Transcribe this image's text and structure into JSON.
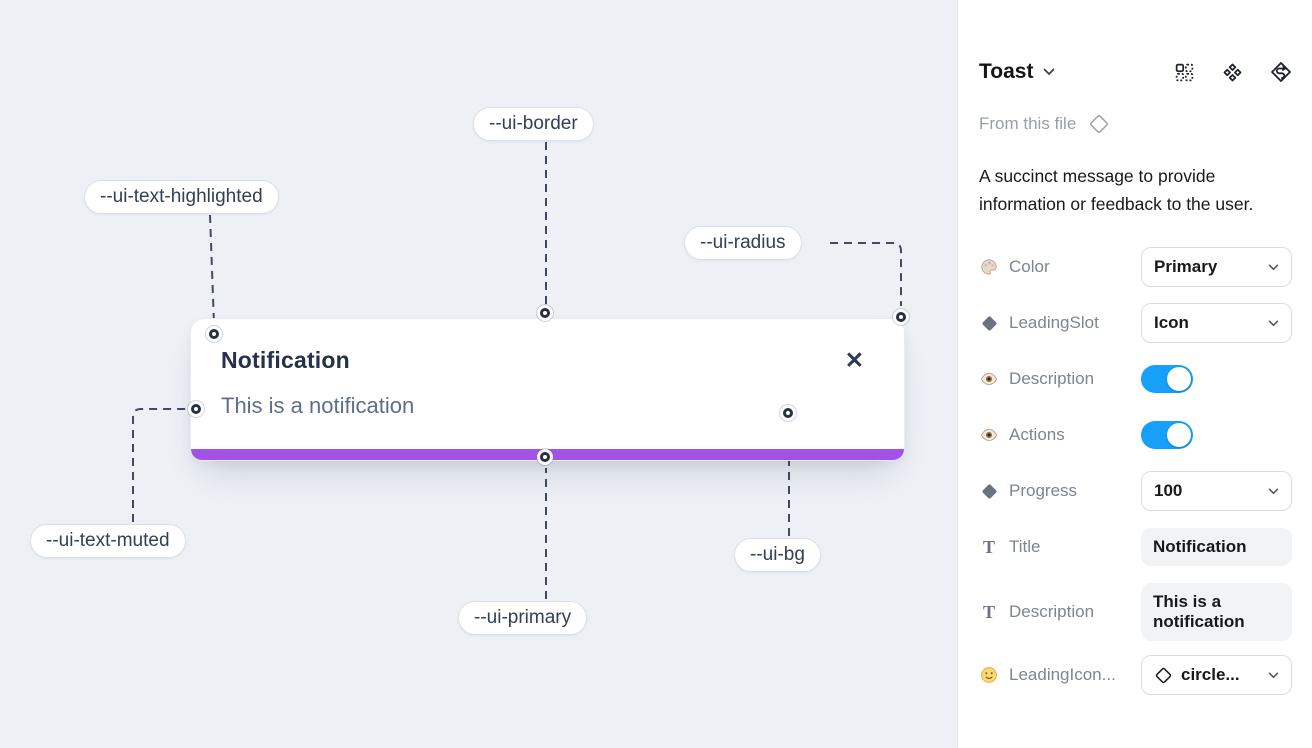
{
  "canvas": {
    "toast": {
      "title": "Notification",
      "description": "This is a notification",
      "close_glyph": "✕"
    },
    "labels": {
      "text_highlighted": "--ui-text-highlighted",
      "border": "--ui-border",
      "radius": "--ui-radius",
      "text_muted": "--ui-text-muted",
      "primary": "--ui-primary",
      "bg": "--ui-bg"
    },
    "colors": {
      "canvas_bg": "#edf1f6",
      "primary_bar": "#a352e8",
      "connector": "#3f4b63"
    }
  },
  "panel": {
    "title": "Toast",
    "header_icons": [
      "component-props-icon",
      "variants-icon",
      "token-diamond-icon"
    ],
    "source": "From this file",
    "description": "A succinct message to provide information or feedback to the user.",
    "accent_toggle_color": "#17a0f9",
    "rows": [
      {
        "icon": "palette-icon",
        "label": "Color",
        "control": "select",
        "value": "Primary"
      },
      {
        "icon": "diamond-icon",
        "label": "LeadingSlot",
        "control": "select",
        "value": "Icon"
      },
      {
        "icon": "eye-icon",
        "label": "Description",
        "control": "toggle",
        "value": true
      },
      {
        "icon": "eye-icon",
        "label": "Actions",
        "control": "toggle",
        "value": true
      },
      {
        "icon": "diamond-icon",
        "label": "Progress",
        "control": "select",
        "value": "100"
      },
      {
        "icon": "text-icon",
        "label": "Title",
        "control": "text",
        "value": "Notification"
      },
      {
        "icon": "text-icon",
        "label": "Description",
        "control": "text",
        "value": "This is a notification"
      },
      {
        "icon": "smiley-icon",
        "label": "LeadingIcon...",
        "control": "select",
        "value": "circle..."
      }
    ]
  }
}
